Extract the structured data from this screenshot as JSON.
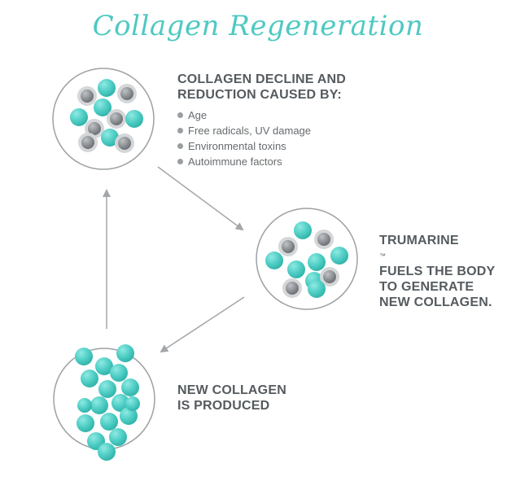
{
  "title": "Collagen Regeneration",
  "decline": {
    "heading_line1": "COLLAGEN DECLINE AND",
    "heading_line2": "REDUCTION CAUSED BY:",
    "causes": [
      "Age",
      "Free radicals, UV damage",
      "Environmental toxins",
      "Autoimmune factors"
    ]
  },
  "fuel": {
    "brand": "TRUMARINE",
    "trademark": "™",
    "line2": "FUELS THE BODY",
    "line3": "TO GENERATE",
    "line4": "NEW COLLAGEN."
  },
  "produced": {
    "line1": "NEW COLLAGEN",
    "line2": "IS PRODUCED"
  },
  "colors": {
    "teal": "#4ecdc4",
    "gray": "#8e9296",
    "ring": "#d4d6d8",
    "text": "#555b5f"
  }
}
